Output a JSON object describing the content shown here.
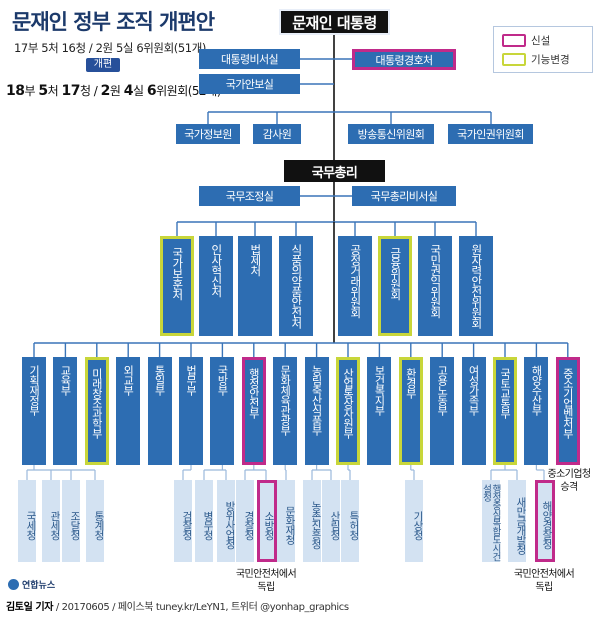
{
  "title": "문재인 정부 조직 개편안",
  "summary": {
    "before": "17부 5처 16청 / 2원 5실 6위원회(51개)",
    "reform_tag": "개편",
    "after_parts": [
      "18",
      "부 ",
      "5",
      "처 ",
      "17",
      "청 / ",
      "2",
      "원 ",
      "4",
      "실 ",
      "6",
      "위원회(52개)"
    ]
  },
  "legend": {
    "new_label": "신설",
    "changed_label": "기능변경",
    "new_color": "#c02a8a",
    "changed_color": "#c8d63a"
  },
  "top": {
    "president": "문재인 대통령",
    "chief_secretary": "대통령비서실",
    "security_office": "국가안보실",
    "bodyguard": "대통령경호처",
    "agencies": [
      "국가정보원",
      "감사원",
      "방송통신위원회",
      "국가인권위원회"
    ],
    "prime_minister": "국무총리",
    "pm_offices": [
      "국무조정실",
      "국무총리비서실"
    ]
  },
  "pm_orgs": [
    {
      "label": "국가보훈처",
      "status": "changed"
    },
    {
      "label": "인사혁신처",
      "status": ""
    },
    {
      "label": "법제처",
      "status": ""
    },
    {
      "label": "식품의약품안전처",
      "status": ""
    },
    {
      "label": "공정거래위원회",
      "status": ""
    },
    {
      "label": "금융위원회",
      "status": "changed"
    },
    {
      "label": "국민권익위원회",
      "status": ""
    },
    {
      "label": "원자력안전위원회",
      "status": ""
    }
  ],
  "ministries": [
    {
      "label": "기획재정부",
      "status": ""
    },
    {
      "label": "교육부",
      "status": ""
    },
    {
      "label": "미래창조과학부",
      "status": "changed"
    },
    {
      "label": "외교부",
      "status": ""
    },
    {
      "label": "통일부",
      "status": ""
    },
    {
      "label": "법무부",
      "status": ""
    },
    {
      "label": "국방부",
      "status": ""
    },
    {
      "label": "행정안전부",
      "status": "new"
    },
    {
      "label": "문화체육관광부",
      "status": ""
    },
    {
      "label": "농림축산식품부",
      "status": ""
    },
    {
      "label": "산업통상자원부",
      "status": "changed"
    },
    {
      "label": "보건복지부",
      "status": ""
    },
    {
      "label": "환경부",
      "status": "changed"
    },
    {
      "label": "고용노동부",
      "status": ""
    },
    {
      "label": "여성가족부",
      "status": ""
    },
    {
      "label": "국토교통부",
      "status": "changed"
    },
    {
      "label": "해양수산부",
      "status": ""
    },
    {
      "label": "중소기업벤처부",
      "status": "new"
    }
  ],
  "agencies": [
    {
      "label": "국세청",
      "parent": 0,
      "status": ""
    },
    {
      "label": "관세청",
      "parent": 0,
      "status": ""
    },
    {
      "label": "조달청",
      "parent": 0,
      "status": ""
    },
    {
      "label": "통계청",
      "parent": 0,
      "status": ""
    },
    {
      "label": "검찰청",
      "parent": 5,
      "status": ""
    },
    {
      "label": "병무청",
      "parent": 6,
      "status": ""
    },
    {
      "label": "방위사업청",
      "parent": 6,
      "status": ""
    },
    {
      "label": "경찰청",
      "parent": 7,
      "status": ""
    },
    {
      "label": "소방청",
      "parent": 7,
      "status": "new"
    },
    {
      "label": "문화재청",
      "parent": 8,
      "status": ""
    },
    {
      "label": "농촌진흥청",
      "parent": 9,
      "status": ""
    },
    {
      "label": "산림청",
      "parent": 9,
      "status": ""
    },
    {
      "label": "특허청",
      "parent": 10,
      "status": ""
    },
    {
      "label": "기상청",
      "parent": 12,
      "status": ""
    },
    {
      "label": "행정중심복합도시건설청",
      "parent": 15,
      "status": ""
    },
    {
      "label": "새만금개발청",
      "parent": 15,
      "status": ""
    },
    {
      "label": "해양경찰청",
      "parent": 16,
      "status": "new"
    }
  ],
  "notes": {
    "sme_promotion": "중소기업청\n승격",
    "fire_independent": "국민안전처에서\n독립",
    "coast_guard_independent": "국민안전처에서\n독립"
  },
  "footer": {
    "logo": "연합뉴스",
    "credit": "김토일 기자",
    "rest": " / 20170605 / 페이스북 tuney.kr/LeYN1, 트위터 @yonhap_graphics"
  }
}
